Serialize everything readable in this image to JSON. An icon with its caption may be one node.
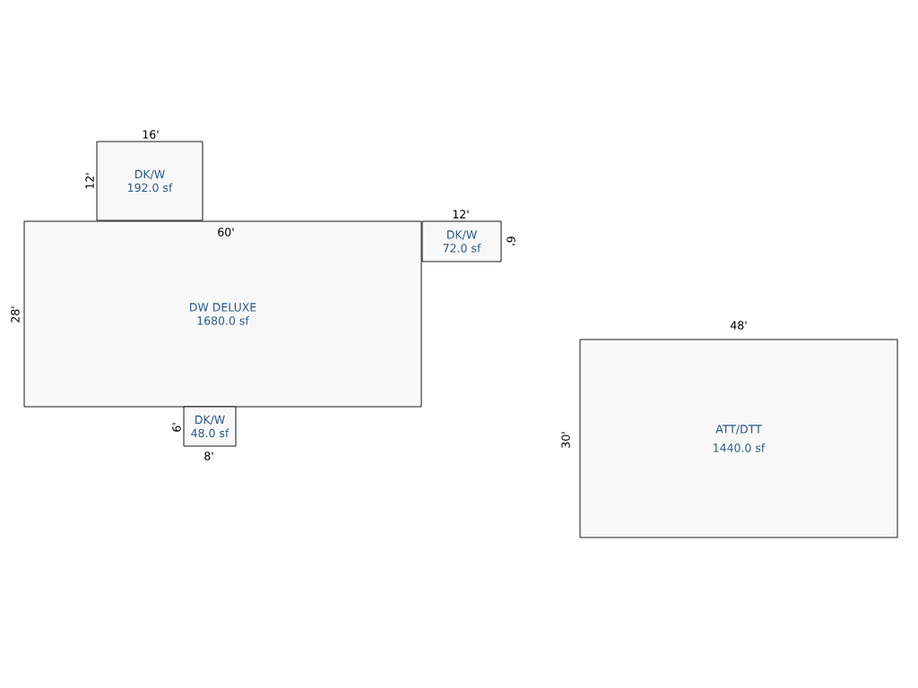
{
  "diagram": {
    "nodes": [
      {
        "text": [
          "DK/W",
          "192.0 sf"
        ],
        "beside": [
          "16'",
          "12'"
        ]
      },
      {
        "text": [
          "60'",
          "DW DELUXE",
          "1680.0 sf"
        ],
        "beside": [
          "28'"
        ]
      },
      {
        "text": [
          "DK/W",
          "72.0 sf"
        ],
        "beside": [
          "12'",
          "6'"
        ]
      },
      {
        "text": [
          "DK/W",
          "48.0 sf"
        ],
        "beside": [
          "6'",
          "8'"
        ]
      },
      {
        "text": [
          "ATT/DTT",
          "1440.0 sf"
        ],
        "beside": [
          "48'",
          "30'"
        ]
      }
    ]
  }
}
